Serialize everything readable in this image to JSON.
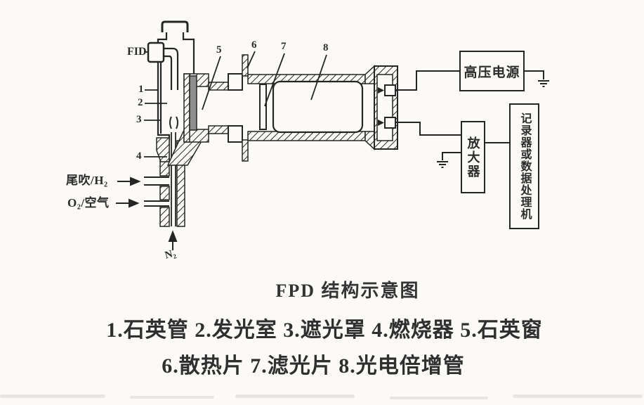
{
  "colors": {
    "ink": "#252525",
    "paper": "#fbfaf7",
    "quartz_window_gray": "#8f8f8f"
  },
  "diagram": {
    "fid_label": "FID",
    "part_numbers": [
      "1",
      "2",
      "3",
      "4",
      "5",
      "6",
      "7",
      "8"
    ],
    "gas_inlets": {
      "makeup_h2": "尾吹/H₂",
      "o2_air": "O₂/空气",
      "n2": "N₂"
    },
    "boxes": {
      "high_voltage": "高压电源",
      "amplifier": "放大器",
      "recorder": "记录器或数据处理机"
    }
  },
  "caption": {
    "title": "FPD 结构示意图",
    "legend_line1": "1.石英管 2.发光室 3.遮光罩 4.燃烧器 5.石英窗",
    "legend_line2": "6.散热片 7.滤光片 8.光电倍增管"
  }
}
